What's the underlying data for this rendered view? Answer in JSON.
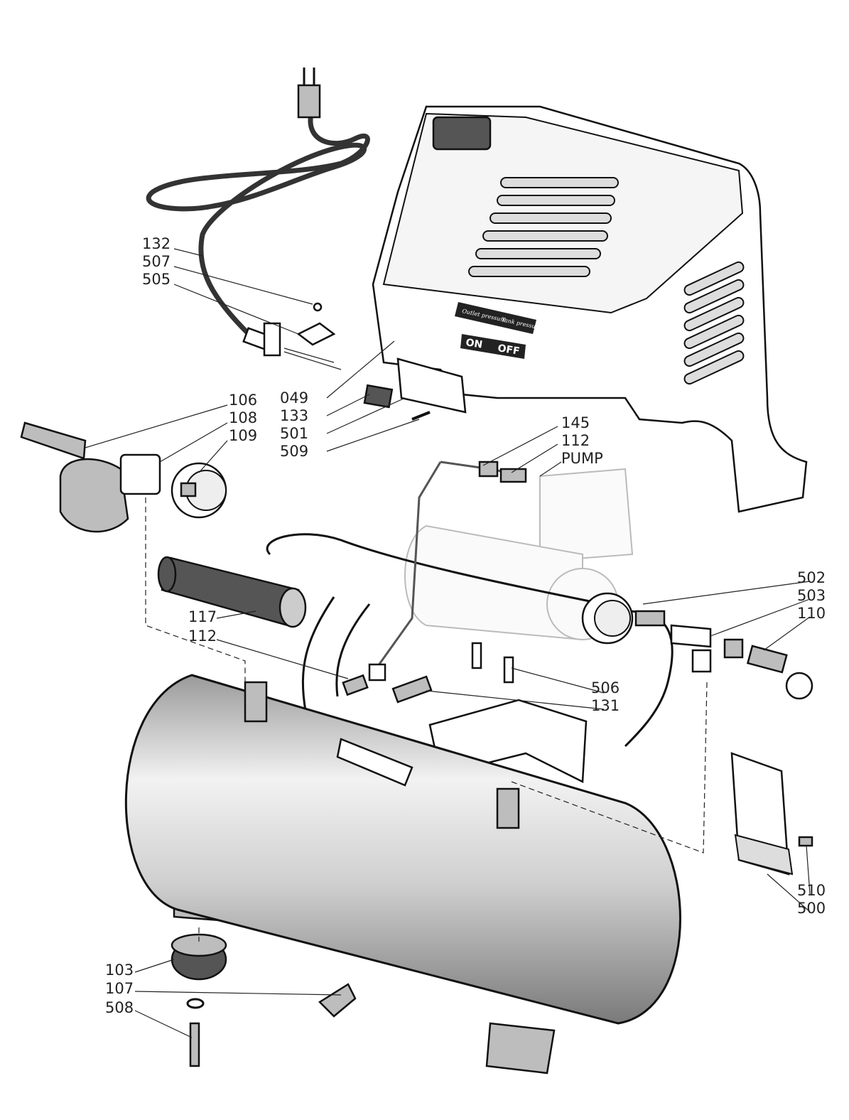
{
  "diagram": {
    "shroud_labels": {
      "outlet": "Outlet pressure",
      "tank": "Tank pressure",
      "on": "ON",
      "off": "OFF"
    },
    "callouts": {
      "c132": "132",
      "c507": "507",
      "c505": "505",
      "c049": "049",
      "c133": "133",
      "c501": "501",
      "c509": "509",
      "c106": "106",
      "c108": "108",
      "c109": "109",
      "c145": "145",
      "c112a": "112",
      "pump": "PUMP",
      "c502": "502",
      "c503": "503",
      "c110": "110",
      "c117": "117",
      "c112b": "112",
      "c506": "506",
      "c131": "131",
      "c510": "510",
      "c500": "500",
      "c103": "103",
      "c107": "107",
      "c508": "508"
    }
  }
}
